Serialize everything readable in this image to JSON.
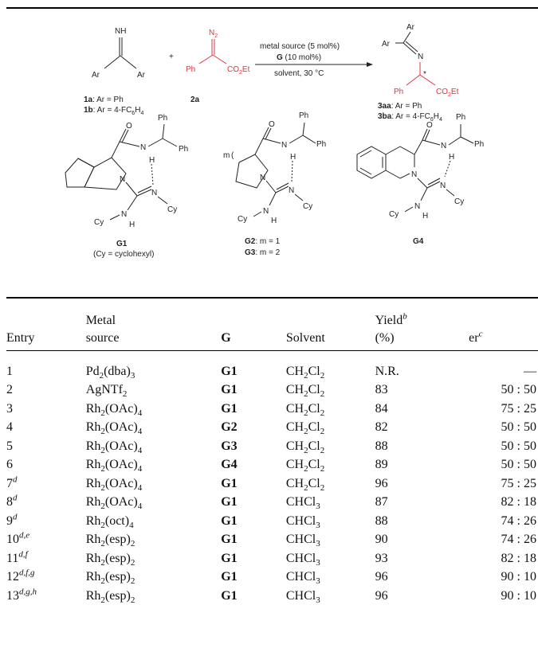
{
  "scheme": {
    "reactant1": {
      "group_nh": "NH",
      "ar_left": "Ar",
      "ar_right": "Ar"
    },
    "plus": "+",
    "reactant2": {
      "n2": "N",
      "n2_sub": "2",
      "ph": "Ph",
      "ester": "CO",
      "ester_sub": "2",
      "ester_tail": "Et"
    },
    "arrow_above_1": "metal source (5 mol%)",
    "arrow_above_2_bold": "G",
    "arrow_above_2_rest": " (10 mol%)",
    "arrow_below": "solvent, 30 °C",
    "product": {
      "ar_top": "Ar",
      "ar_left": "Ar",
      "n": "N",
      "ph": "Ph",
      "star": "*",
      "ester": "CO",
      "ester_sub": "2",
      "ester_tail": "Et"
    },
    "label_1a_bold": "1a",
    "label_1a_rest": ": Ar = Ph",
    "label_1b_bold": "1b",
    "label_1b_rest": ": Ar = 4-FC",
    "label_1b_sub": "6",
    "label_1b_tail": "H",
    "label_1b_sub2": "4",
    "label_2a": "2a",
    "label_3aa_bold": "3aa",
    "label_3aa_rest": ": Ar = Ph",
    "label_3ba_bold": "3ba",
    "label_3ba_rest": ": Ar = 4-FC",
    "label_3ba_sub": "6",
    "label_3ba_tail": "H",
    "label_3ba_sub2": "4",
    "catalysts": {
      "atoms": {
        "o": "O",
        "n": "N",
        "h": "H",
        "ph": "Ph",
        "cy": "Cy"
      },
      "m_label": "m",
      "g1_label": "G1",
      "g1_note": "(Cy = cyclohexyl)",
      "g2_bold": "G2",
      "g2_rest": ": m = 1",
      "g3_bold": "G3",
      "g3_rest": ": m = 2",
      "g4_label": "G4"
    }
  },
  "table": {
    "headers": {
      "entry": "Entry",
      "metal_1": "Metal",
      "metal_2": "source",
      "g": "G",
      "solvent": "Solvent",
      "yield_1": "Yield",
      "yield_sup": "b",
      "yield_2": "(%)",
      "er": "er",
      "er_sup": "c"
    },
    "rows": [
      {
        "entry": "1",
        "sup": "",
        "metal": [
          "Pd",
          "2",
          "(dba)",
          "3"
        ],
        "g": "G1",
        "solvent": [
          "CH",
          "2",
          "Cl",
          "2"
        ],
        "yield": "N.R.",
        "er": "—"
      },
      {
        "entry": "2",
        "sup": "",
        "metal": [
          "AgNTf",
          "2",
          "",
          ""
        ],
        "g": "G1",
        "solvent": [
          "CH",
          "2",
          "Cl",
          "2"
        ],
        "yield": "83",
        "er": "50 : 50"
      },
      {
        "entry": "3",
        "sup": "",
        "metal": [
          "Rh",
          "2",
          "(OAc)",
          "4"
        ],
        "g": "G1",
        "solvent": [
          "CH",
          "2",
          "Cl",
          "2"
        ],
        "yield": "84",
        "er": "75 : 25"
      },
      {
        "entry": "4",
        "sup": "",
        "metal": [
          "Rh",
          "2",
          "(OAc)",
          "4"
        ],
        "g": "G2",
        "solvent": [
          "CH",
          "2",
          "Cl",
          "2"
        ],
        "yield": "82",
        "er": "50 : 50"
      },
      {
        "entry": "5",
        "sup": "",
        "metal": [
          "Rh",
          "2",
          "(OAc)",
          "4"
        ],
        "g": "G3",
        "solvent": [
          "CH",
          "2",
          "Cl",
          "2"
        ],
        "yield": "88",
        "er": "50 : 50"
      },
      {
        "entry": "6",
        "sup": "",
        "metal": [
          "Rh",
          "2",
          "(OAc)",
          "4"
        ],
        "g": "G4",
        "solvent": [
          "CH",
          "2",
          "Cl",
          "2"
        ],
        "yield": "89",
        "er": "50 : 50"
      },
      {
        "entry": "7",
        "sup": "d",
        "metal": [
          "Rh",
          "2",
          "(OAc)",
          "4"
        ],
        "g": "G1",
        "solvent": [
          "CH",
          "2",
          "Cl",
          "2"
        ],
        "yield": "96",
        "er": "75 : 25"
      },
      {
        "entry": "8",
        "sup": "d",
        "metal": [
          "Rh",
          "2",
          "(OAc)",
          "4"
        ],
        "g": "G1",
        "solvent": [
          "CHCl",
          "3",
          "",
          ""
        ],
        "yield": "87",
        "er": "82 : 18"
      },
      {
        "entry": "9",
        "sup": "d",
        "metal": [
          "Rh",
          "2",
          "(oct)",
          "4"
        ],
        "g": "G1",
        "solvent": [
          "CHCl",
          "3",
          "",
          ""
        ],
        "yield": "88",
        "er": "74 : 26"
      },
      {
        "entry": "10",
        "sup": "d,e",
        "metal": [
          "Rh",
          "2",
          "(esp)",
          "2"
        ],
        "g": "G1",
        "solvent": [
          "CHCl",
          "3",
          "",
          ""
        ],
        "yield": "90",
        "er": "74 : 26"
      },
      {
        "entry": "11",
        "sup": "d,f",
        "metal": [
          "Rh",
          "2",
          "(esp)",
          "2"
        ],
        "g": "G1",
        "solvent": [
          "CHCl",
          "3",
          "",
          ""
        ],
        "yield": "93",
        "er": "82 : 18"
      },
      {
        "entry": "12",
        "sup": "d,f,g",
        "metal": [
          "Rh",
          "2",
          "(esp)",
          "2"
        ],
        "g": "G1",
        "solvent": [
          "CHCl",
          "3",
          "",
          ""
        ],
        "yield": "96",
        "er": "90 : 10"
      },
      {
        "entry": "13",
        "sup": "d,g,h",
        "metal": [
          "Rh",
          "2",
          "(esp)",
          "2"
        ],
        "g": "G1",
        "solvent": [
          "CHCl",
          "3",
          "",
          ""
        ],
        "yield": "96",
        "er": "90 : 10"
      }
    ]
  }
}
